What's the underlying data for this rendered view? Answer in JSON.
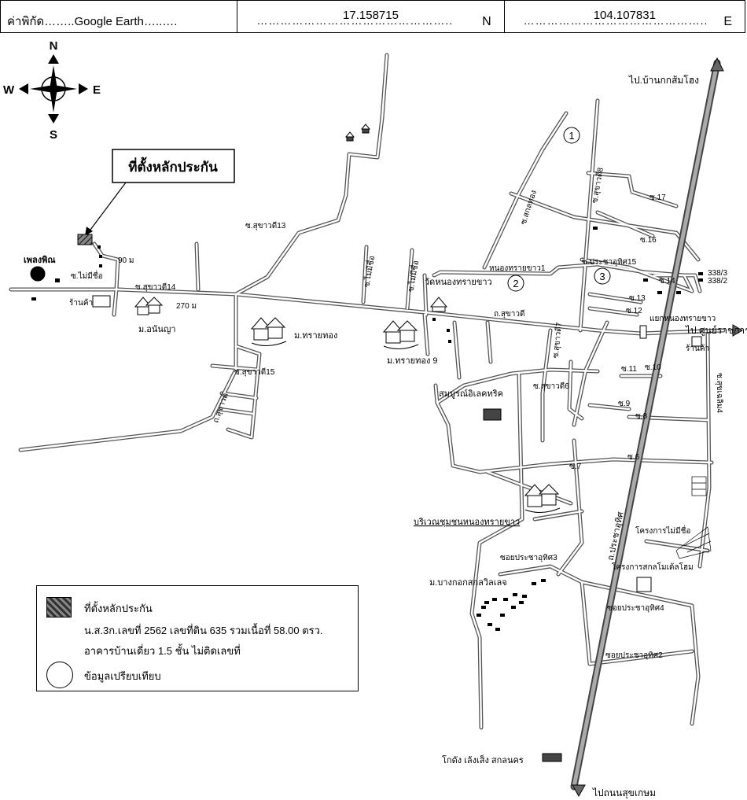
{
  "header": {
    "label": "ค่าพิกัด",
    "source": "Google Earth",
    "latitude": "17.158715",
    "lat_suffix": "N",
    "longitude": "104.107831",
    "lon_suffix": "E"
  },
  "compass": {
    "n": "N",
    "s": "S",
    "e": "E",
    "w": "W"
  },
  "callout": "ที่ตั้งหลักประกัน",
  "labels": {
    "to_ban_kok": "ไป.บ้านกกส้มโฮง",
    "to_suksa": "ไป.ศูนย์ราชการ",
    "to_sukkasem": "ไปถนนสุขเกษม",
    "phlengphin": "เพลงพิณ",
    "mai_mi_chue": "ซ.ไม่มีชื่อ",
    "shop": "ร้านค้า",
    "sukhawadi14": "ซ.สุขาวดี14",
    "dist90": "90 ม",
    "dist270": "270 ม",
    "anunya": "ม.อนันญา",
    "sukhawadi13": "ซ.สุขาวดี13",
    "saithong": "ม.ทรายทอง",
    "saithong9": "ม.ทรายทอง 9",
    "sukhawadi15": "ซ.สุขาวดี15",
    "th_sukhawadi": "ถ.สุขาวดี",
    "th_sukhawadi2": "ถ.สุขาวดี",
    "mai_mi_chue2": "ซ.ไม่มีชื่อ",
    "mai_mi_chue3": "ซ.ไม่มีชื่อ",
    "wat": "วัดหนองทรายขาว",
    "nongsaikhao1": "หนองทรายขาว1",
    "circ1": "1",
    "circ2": "2",
    "circ3": "3",
    "sakolthong": "ซ.สกลทอง",
    "sukhawadi8": "ซ.สุขาวดี8",
    "sukhawadi7": "ซ.สุขาวดี7",
    "sukhawadi6": "ซ.สุขาวดี6",
    "s17": "ซ.17",
    "s16": "ซ.16",
    "s14": "ซ.14",
    "s13": "ซ.13",
    "s12": "ซ.12",
    "s11": "ซ.11",
    "s10": "ซ.10",
    "s9": "ซ.9",
    "s8": "ซ.8",
    "s7": "ซ.7",
    "s6": "ซ.6",
    "prachauthit15": "ซ.ประชาอุทิศ15",
    "n3383": "338/3",
    "n3382": "338/2",
    "junction": "แยกหนองทรายขาว",
    "shop2": "ร้านค้า",
    "sukhaloem4": "ซ.สุขเฉลิม4",
    "electric": "สมบูรณ์อิเลคทริค",
    "community": "บริเวณชุมชนหนองทรายขาว",
    "prachauthit_rd": "ถ.ประชาอุทิศ",
    "noname_project": "โครงการไม่มีชื่อ",
    "sakol_home": "โครงการสกลโมเด้ลโฮม",
    "soi_pu3": "ซอยประชาอุทิศ3",
    "bangkok_villa": "ม.บางกอกสกลวิลเลจ",
    "soi_pu4": "ซอยประชาอุทิศ4",
    "soi_pu2": "ซอยประชาอุทิศ2",
    "godown": "โกดัง เล้งเส็ง สกลนคร"
  },
  "legend": {
    "item1": "ที่ตั้งหลักประกัน",
    "item1_detail": "น.ส.3ก.เลขที่ 2562 เลขที่ดิน 635 รวมเนื้อที่ 58.00 ตรว.",
    "item1_detail2": "อาคารบ้านเดี่ยว 1.5 ชั้น  ไม่ติดเลขที่",
    "item2": "ข้อมูลเปรียบเทียบ"
  }
}
